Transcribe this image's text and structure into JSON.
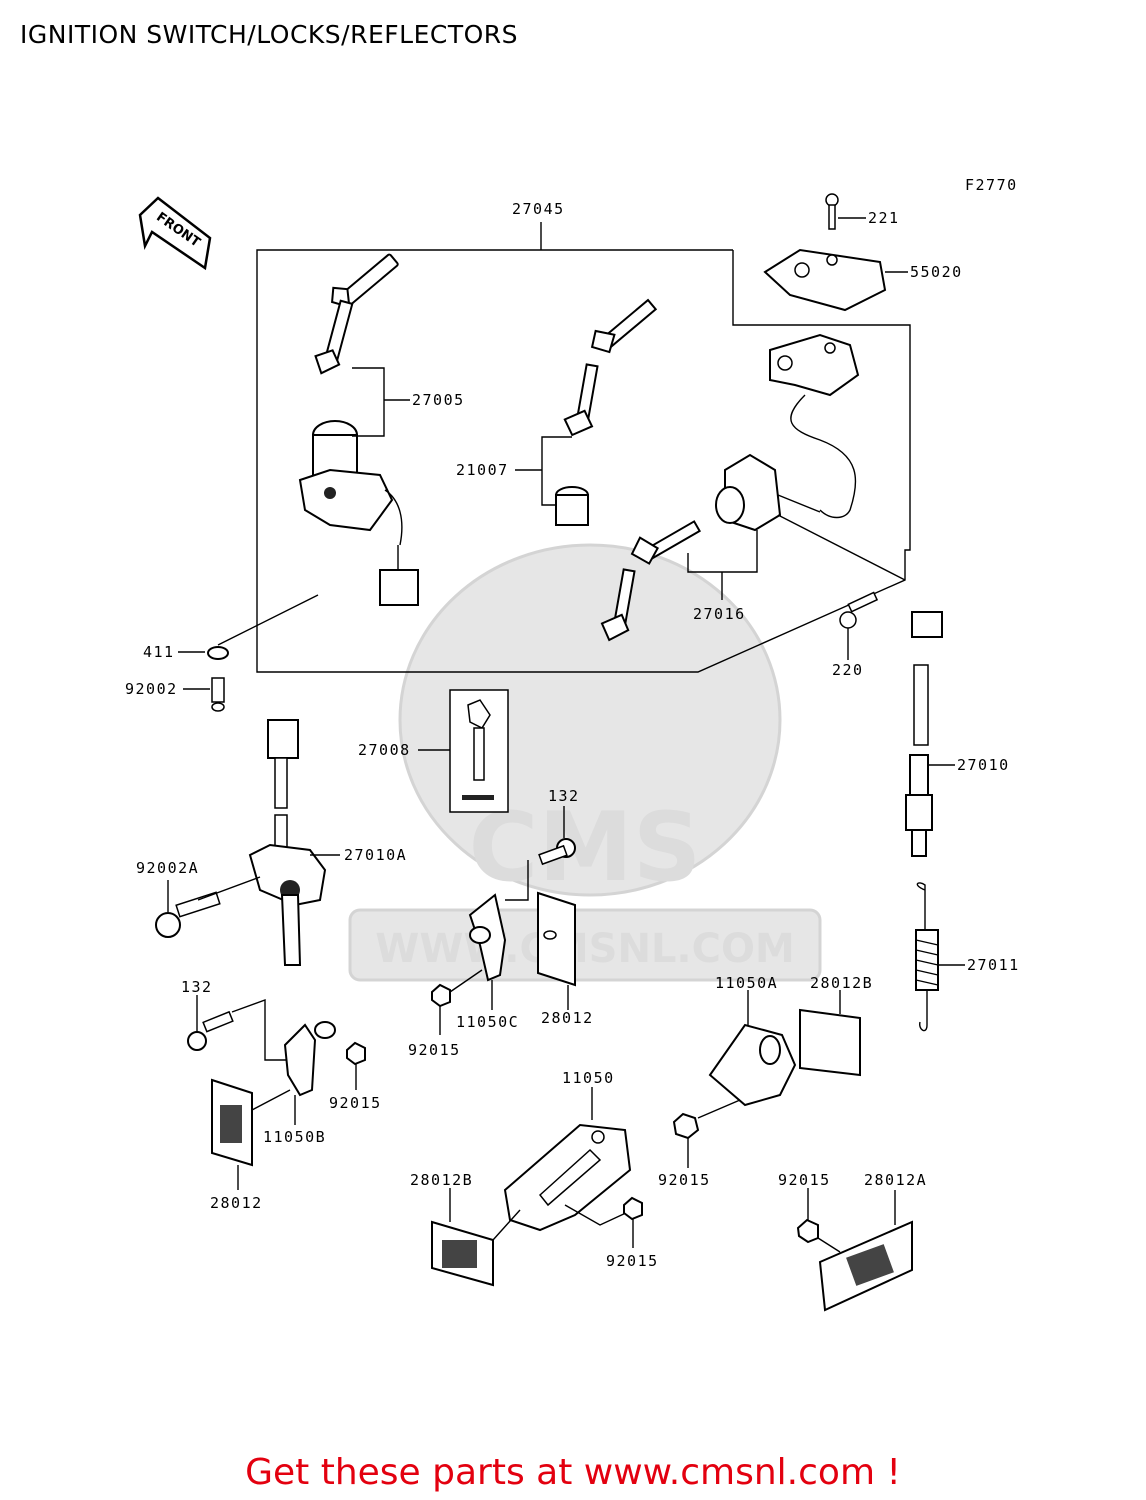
{
  "title": "IGNITION SWITCH/LOCKS/REFLECTORS",
  "figure_code": "F2770",
  "front_label": "FRONT",
  "watermark": {
    "brand": "CMS",
    "url": "WWW.CMSNL.COM"
  },
  "parts": {
    "p27045": "27045",
    "p221": "221",
    "p55020": "55020",
    "p27005": "27005",
    "p21007": "21007",
    "p27016": "27016",
    "p411": "411",
    "p92002": "92002",
    "p220": "220",
    "p27008": "27008",
    "p27010": "27010",
    "p132a": "132",
    "p27010A": "27010A",
    "p92002A": "92002A",
    "p27011": "27011",
    "p132b": "132",
    "p11050C": "11050C",
    "p28012a": "28012",
    "p92015a": "92015",
    "p11050A": "11050A",
    "p28012B_a": "28012B",
    "p92015b": "92015",
    "p11050B": "11050B",
    "p11050": "11050",
    "p28012b": "28012",
    "p92015c": "92015",
    "p28012B_b": "28012B",
    "p92015d": "92015",
    "p92015e": "92015",
    "p28012A": "28012A"
  },
  "footer": "Get these parts at www.cmsnl.com !",
  "colors": {
    "footer": "#e3000f",
    "lines": "#000000",
    "watermark": "#e6e6e6"
  }
}
